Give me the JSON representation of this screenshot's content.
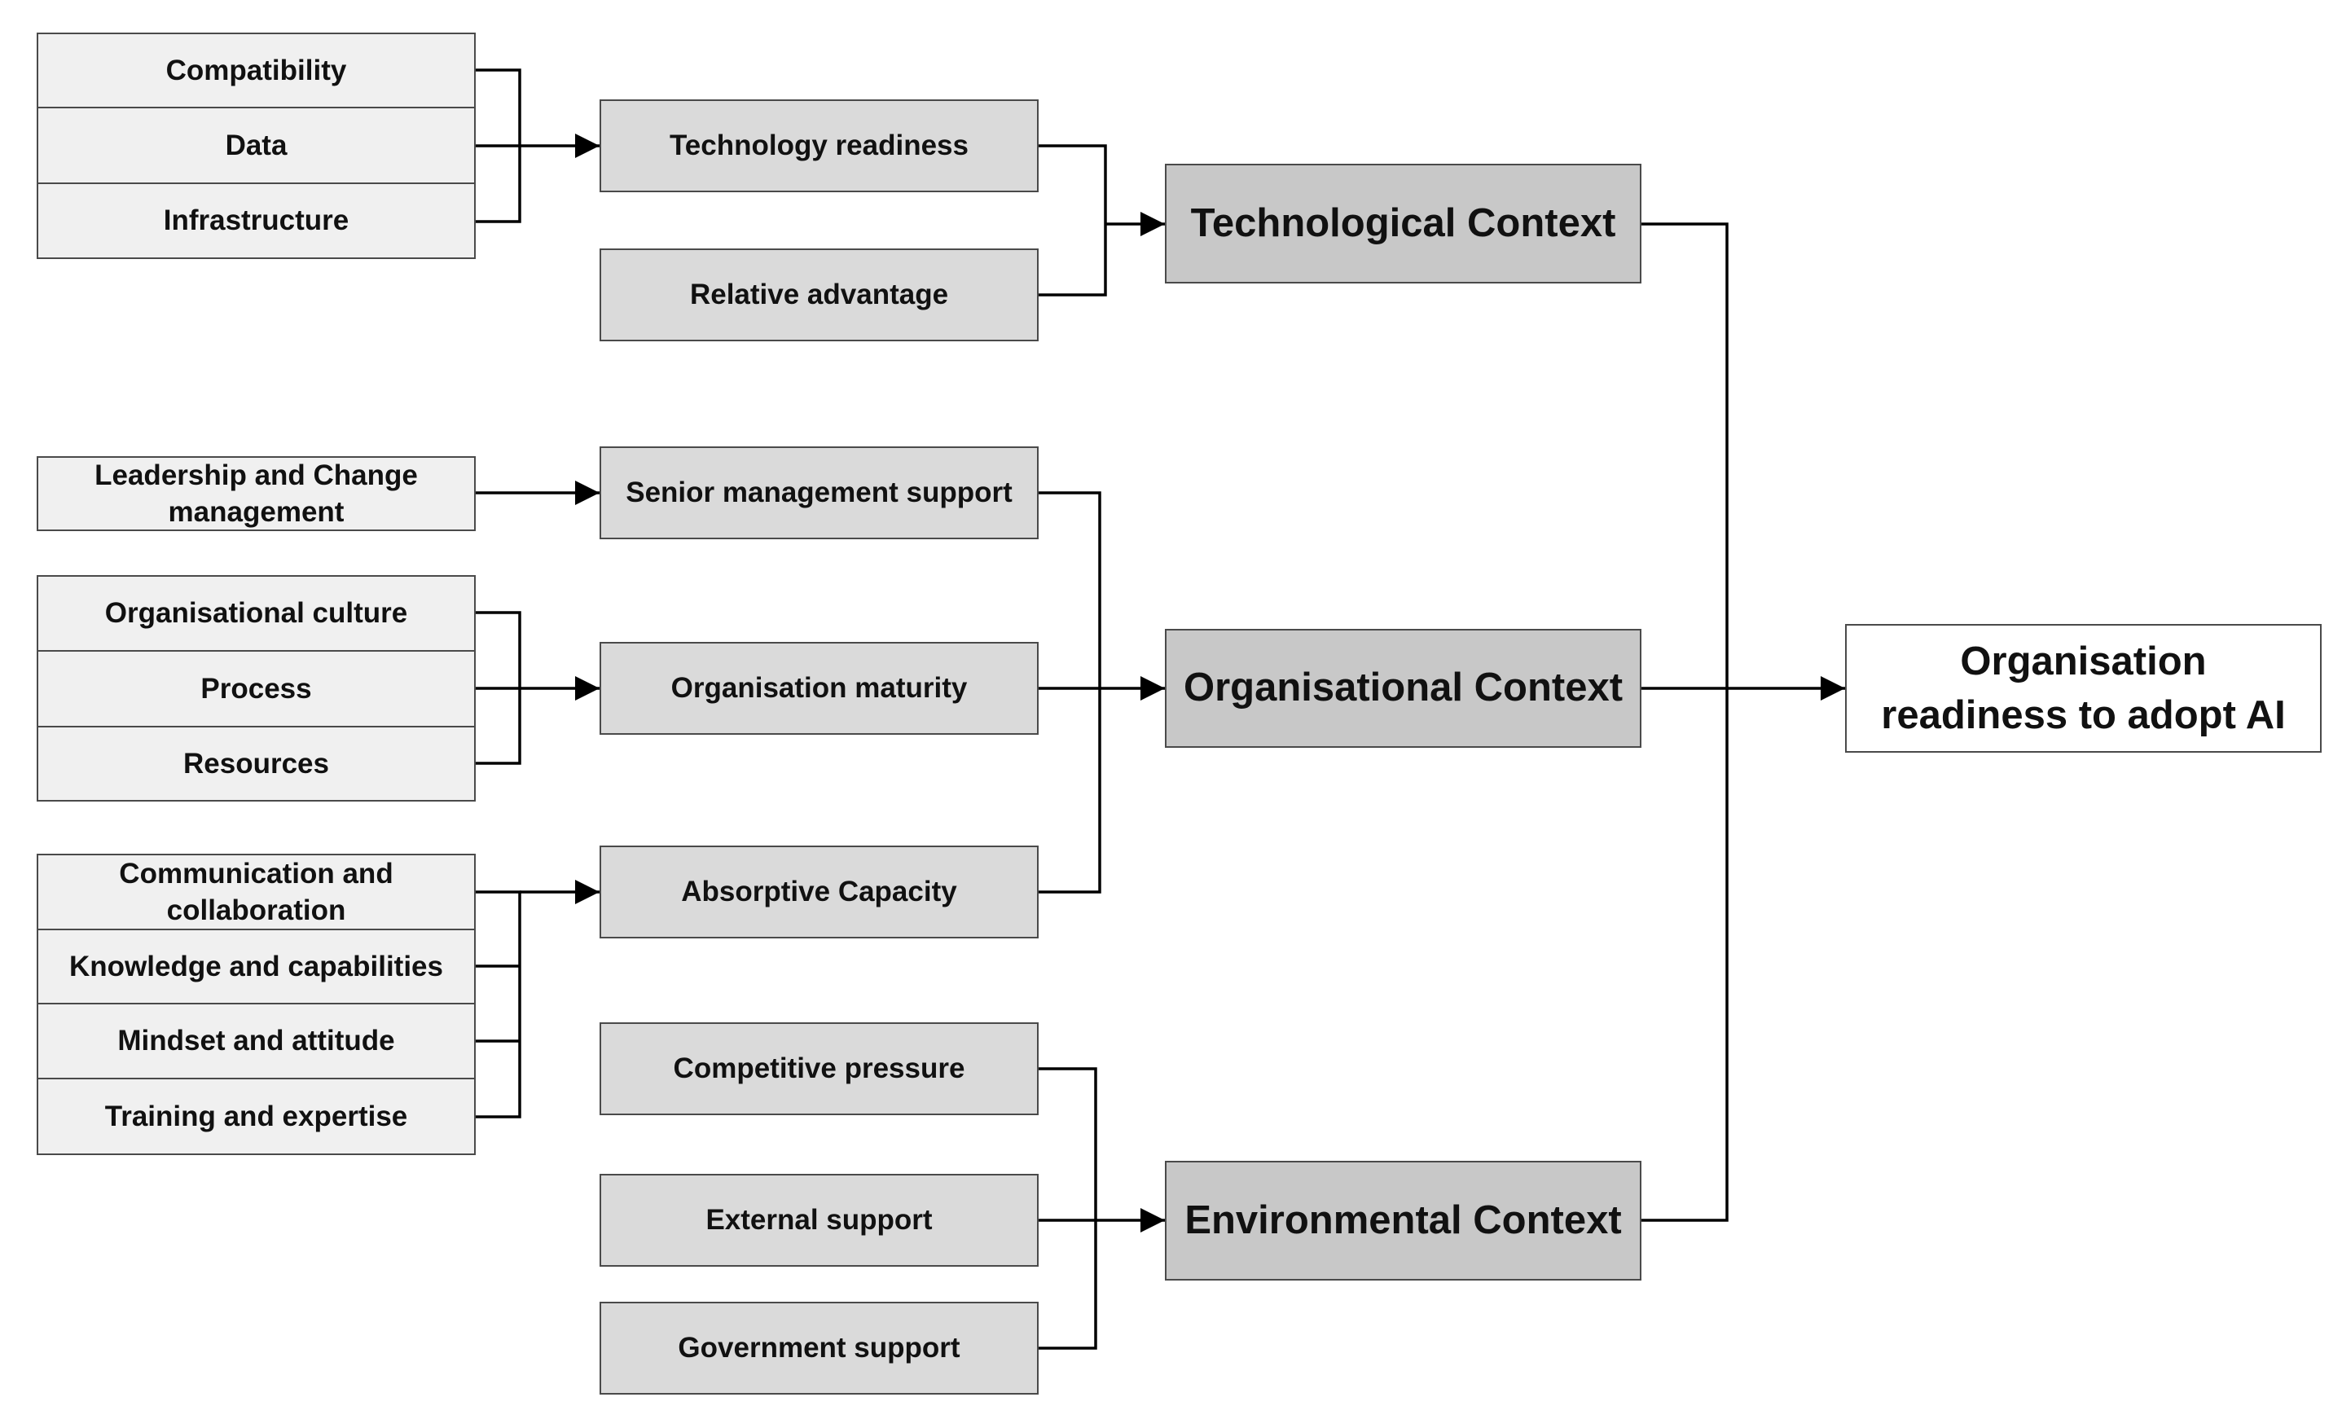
{
  "factors": {
    "compatibility": "Compatibility",
    "data": "Data",
    "infrastructure": "Infrastructure",
    "leadership": "Leadership and Change management",
    "culture": "Organisational culture",
    "process": "Process",
    "resources": "Resources",
    "communication": "Communication and collaboration",
    "knowledge": "Knowledge and capabilities",
    "mindset": "Mindset and attitude",
    "training": "Training and expertise"
  },
  "determinants": {
    "technology_readiness": "Technology readiness",
    "relative_advantage": "Relative advantage",
    "senior_management_support": "Senior management support",
    "organisation_maturity": "Organisation maturity",
    "absorptive_capacity": "Absorptive Capacity",
    "competitive_pressure": "Competitive pressure",
    "external_support": "External support",
    "government_support": "Government support"
  },
  "contexts": {
    "technological": "Technological Context",
    "organisational": "Organisational Context",
    "environmental": "Environmental Context"
  },
  "outcome": "Organisation readiness to adopt AI",
  "colors": {
    "line": "#000000",
    "border": "#4a4a4a",
    "factor_fill": "#f0f0f0",
    "determinant_fill": "#dadada",
    "context_fill": "#c8c8c8",
    "outcome_fill": "#ffffff"
  }
}
